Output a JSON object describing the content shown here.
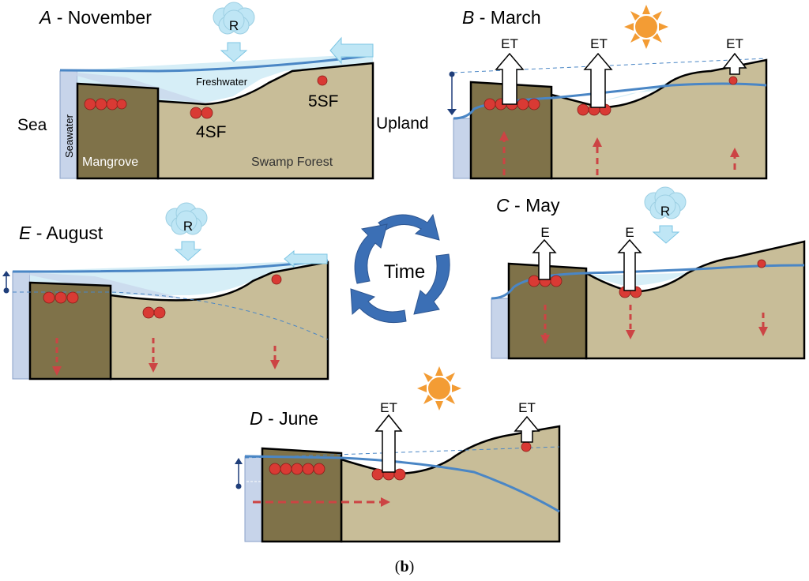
{
  "colors": {
    "mangrove": "#7f7249",
    "swamp_forest": "#c8bd98",
    "water": "#d6eef7",
    "water_table": "#4a86c5",
    "seawater": "#c7d4ea",
    "egg": "#d93a34",
    "dashed_arrow": "#cc4444",
    "cycle_arrow": "#3b6fb5",
    "sun": "#f39c34",
    "cloud": "#bfe6f5",
    "outline": "#000000"
  },
  "panels": {
    "A": {
      "letter": "A",
      "rest": " - November",
      "sea": "Sea",
      "seawater": "Seawater",
      "upland": "Upland",
      "freshwater": "Freshwater",
      "mangrove": "Mangrove",
      "swamp_forest": "Swamp Forest",
      "site_4sf": "4SF",
      "site_5sf": "5SF",
      "rain": "R"
    },
    "B": {
      "letter": "B",
      "rest": " - March",
      "et": "ET"
    },
    "C": {
      "letter": "C",
      "rest": " - May",
      "e": "E",
      "rain": "R"
    },
    "D": {
      "letter": "D",
      "rest": " - June",
      "et": "ET"
    },
    "E": {
      "letter": "E",
      "rest": " - August",
      "rain": "R"
    }
  },
  "time": "Time",
  "caption": {
    "open": "(",
    "letter": "b",
    "close": ")"
  }
}
